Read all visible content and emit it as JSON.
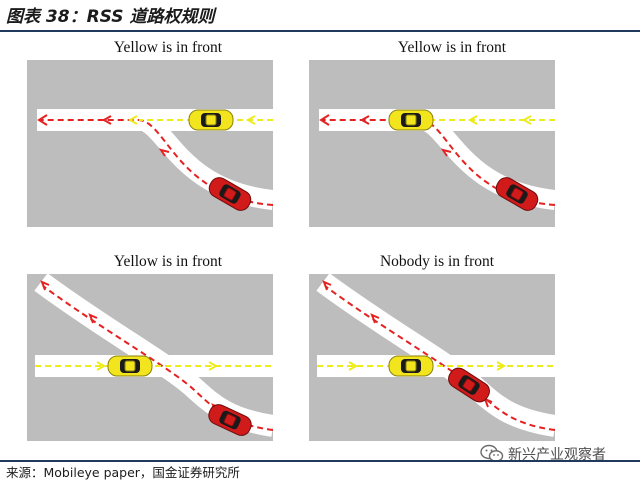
{
  "figure": {
    "title": "图表 38：RSS 道路权规则",
    "source": "来源：Mobileye paper，国金证券研究所",
    "watermark": "新兴产业观察者"
  },
  "colors": {
    "road": "#bdbdbd",
    "lane": "#ffffff",
    "yellow_path": "#ecec1c",
    "red_path": "#e52222",
    "yellow_car": "#f2e51e",
    "red_car": "#d11a1a",
    "rule": "#1f3a5c"
  },
  "panels": [
    {
      "title": "Yellow is in front"
    },
    {
      "title": "Yellow is in front"
    },
    {
      "title": "Yellow is in front"
    },
    {
      "title": "Nobody is in front"
    }
  ]
}
